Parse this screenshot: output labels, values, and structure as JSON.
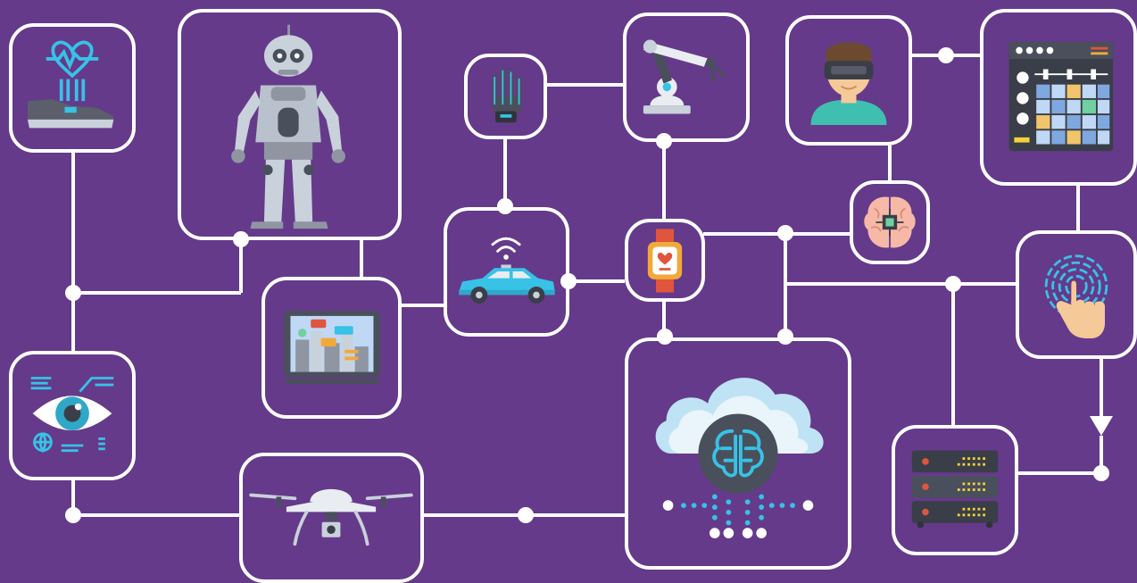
{
  "theme": {
    "background": "#653A8A",
    "line": "#FFFFFF",
    "accent_blue": "#37C2E6",
    "accent_teal": "#2FA8C8",
    "dark_gray": "#4A4F5C",
    "light_gray": "#C9D1DB",
    "red": "#E0553D",
    "orange": "#F2A93B",
    "skin": "#F6C998"
  },
  "nodes": [
    {
      "id": "smart-shoe",
      "icon": "smart-shoe-icon"
    },
    {
      "id": "humanoid-robot",
      "icon": "humanoid-robot-icon"
    },
    {
      "id": "smart-glove",
      "icon": "smart-glove-icon"
    },
    {
      "id": "robotic-arm",
      "icon": "robotic-arm-icon"
    },
    {
      "id": "vr-headset-user",
      "icon": "vr-headset-icon"
    },
    {
      "id": "control-panel",
      "icon": "control-panel-icon"
    },
    {
      "id": "self-driving-car",
      "icon": "self-driving-car-icon"
    },
    {
      "id": "smartwatch",
      "icon": "smartwatch-icon"
    },
    {
      "id": "brain-chip",
      "icon": "brain-chip-icon"
    },
    {
      "id": "fingerprint-scan",
      "icon": "fingerprint-icon"
    },
    {
      "id": "ar-tablet-city",
      "icon": "ar-tablet-icon"
    },
    {
      "id": "smart-eye",
      "icon": "eye-scan-icon"
    },
    {
      "id": "cloud-ai",
      "icon": "cloud-brain-icon"
    },
    {
      "id": "server-rack",
      "icon": "server-rack-icon"
    },
    {
      "id": "drone",
      "icon": "drone-icon"
    }
  ]
}
